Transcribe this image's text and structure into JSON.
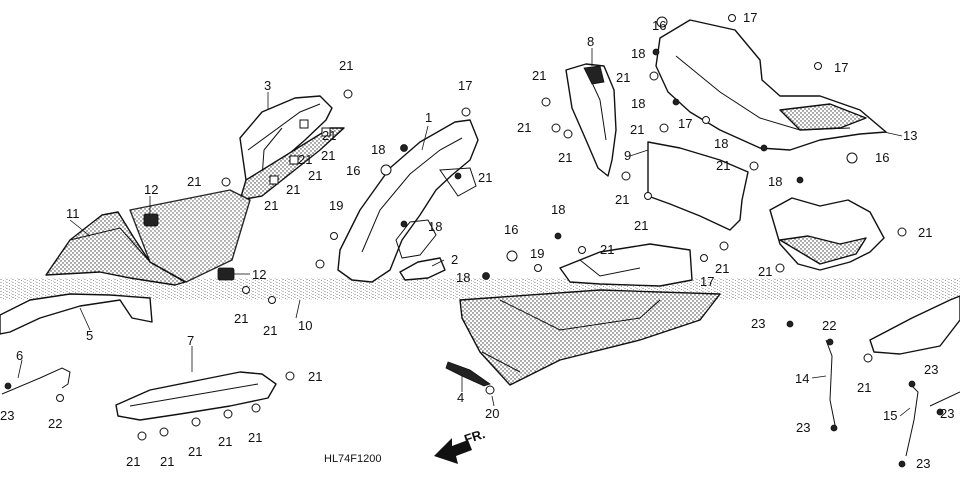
{
  "diagram": {
    "drawing_code": "HL74F1200",
    "arrow_label": "FR.",
    "callout_labels": {
      "c1": "1",
      "c2": "2",
      "c3": "3",
      "c4": "4",
      "c5": "5",
      "c6": "6",
      "c7": "7",
      "c8": "8",
      "c9": "9",
      "c10": "10",
      "c11": "11",
      "c12": "12",
      "c13": "13",
      "c14": "14",
      "c15": "15",
      "c16": "16",
      "c17": "17",
      "c18": "18",
      "c19": "19",
      "c20": "20",
      "c21": "21",
      "c22": "22",
      "c23": "23"
    }
  }
}
